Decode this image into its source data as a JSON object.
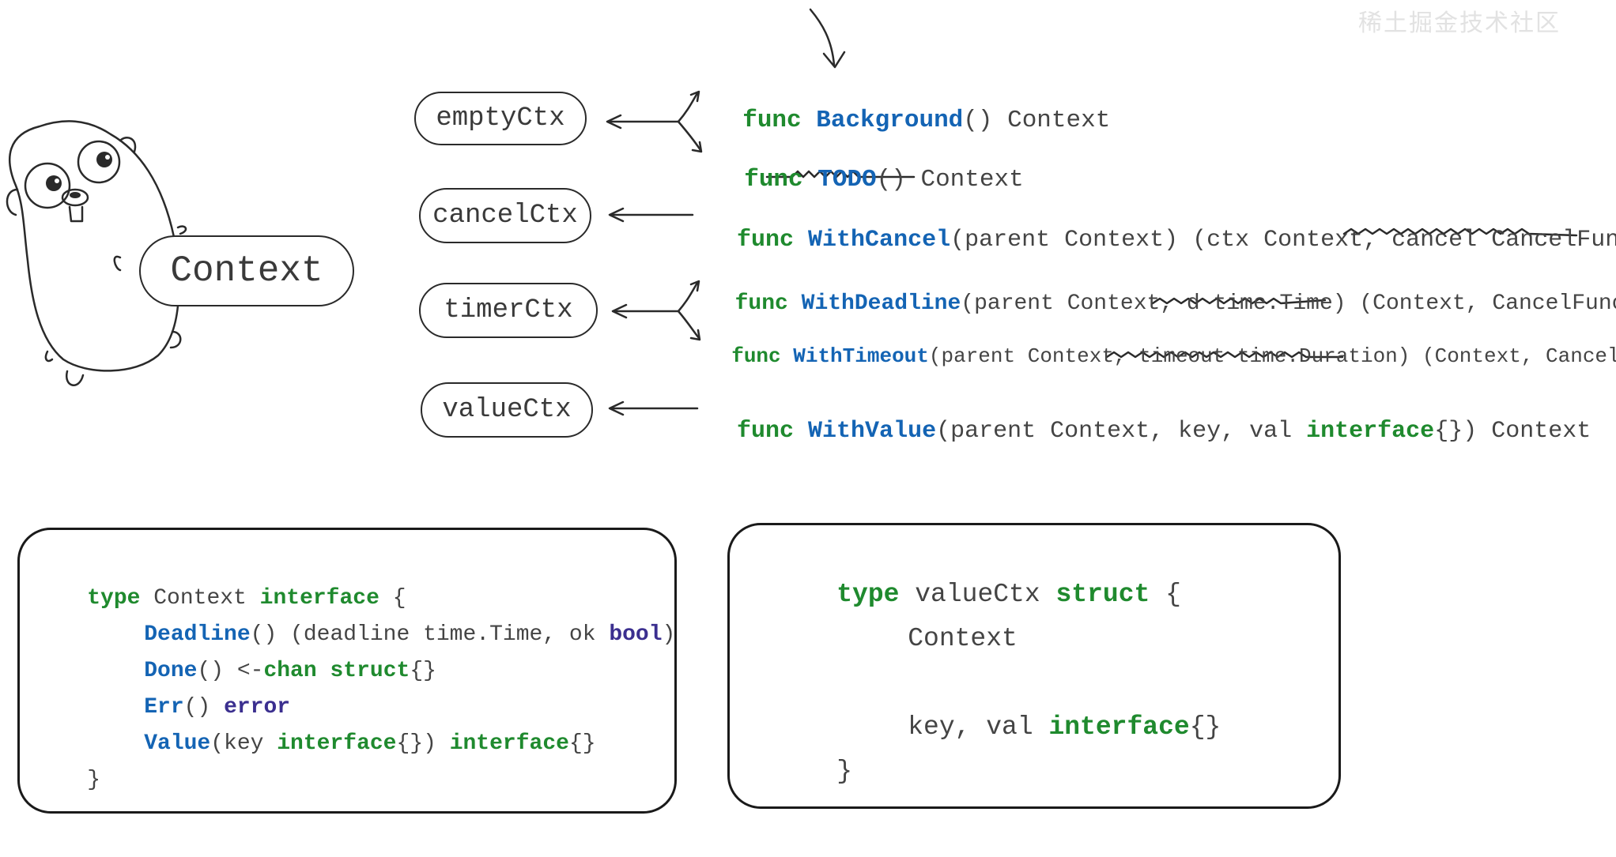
{
  "watermark": "稀土掘金技术社区",
  "gopher_label": "Context",
  "ctx_types": {
    "empty": "emptyCtx",
    "cancel": "cancelCtx",
    "timer": "timerCtx",
    "value": "valueCtx"
  },
  "signatures": {
    "background": {
      "kw": "func",
      "name": "Background",
      "rest": "() Context"
    },
    "todo": {
      "kw": "func",
      "name": "TODO",
      "rest": "() Context"
    },
    "with_cancel": {
      "kw": "func",
      "name": "WithCancel",
      "rest": "(parent Context) (ctx Context, cancel CancelFunc)"
    },
    "with_deadline": {
      "kw": "func",
      "name": "WithDeadline",
      "rest": "(parent Context, d time.Time) (Context, CancelFunc)"
    },
    "with_timeout": {
      "kw": "func",
      "name": "WithTimeout",
      "rest": "(parent Context, timeout time.Duration) (Context, CancelFunc)"
    },
    "with_value": {
      "kw": "func",
      "name": "WithValue",
      "pre": "(parent Context, key, val ",
      "iface": "interface",
      "post": "{}) Context"
    }
  },
  "context_interface": {
    "l1_type": "type",
    "l1_name": " Context ",
    "l1_iface": "interface",
    "l1_brace": " {",
    "deadline_name": "Deadline",
    "deadline_rest": "() (deadline time.Time, ok ",
    "deadline_bool": "bool",
    "deadline_close": ")",
    "done_name": "Done",
    "done_mid": "() <-",
    "done_chan": "chan",
    "done_sp": " ",
    "done_struct": "struct",
    "done_end": "{}",
    "err_name": "Err",
    "err_mid": "() ",
    "err_type": "error",
    "value_name": "Value",
    "value_mid": "(key ",
    "value_iface": "interface",
    "value_mid2": "{}) ",
    "value_iface2": "interface",
    "value_end": "{}",
    "close": "}"
  },
  "value_struct": {
    "l1_type": "type",
    "l1_name": " valueCtx ",
    "l1_struct": "struct",
    "l1_brace": " {",
    "embed": "Context",
    "fields_pre": "key, val ",
    "fields_iface": "interface",
    "fields_end": "{}",
    "close": "}"
  }
}
